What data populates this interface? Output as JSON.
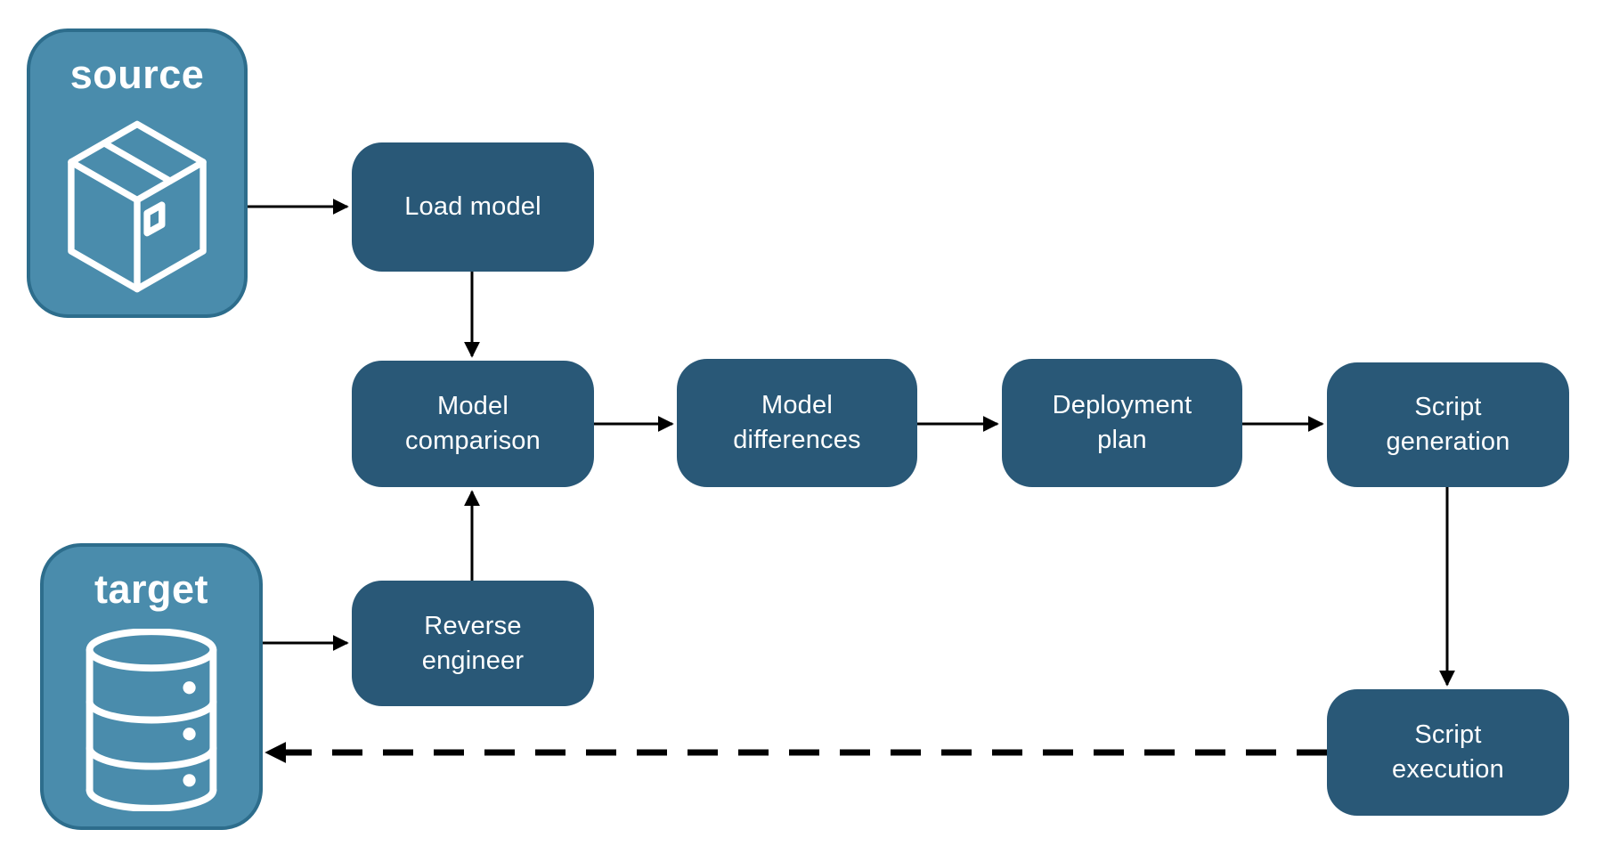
{
  "colors": {
    "node-fill": "#295877",
    "endpoint-fill": "#4A8CAC",
    "endpoint-border": "#2D6D8C",
    "arrow": "#000000",
    "label-text": "#FFFFFF",
    "background": "#FFFFFF"
  },
  "endpoints": {
    "source": {
      "label": "source",
      "icon": "package-icon"
    },
    "target": {
      "label": "target",
      "icon": "database-icon"
    }
  },
  "nodes": {
    "load_model": {
      "label": "Load model"
    },
    "model_comparison": {
      "label": "Model\ncomparison"
    },
    "model_differences": {
      "label": "Model\ndifferences"
    },
    "deployment_plan": {
      "label": "Deployment\nplan"
    },
    "script_generation": {
      "label": "Script\ngeneration"
    },
    "reverse_engineer": {
      "label": "Reverse\nengineer"
    },
    "script_execution": {
      "label": "Script\nexecution"
    }
  },
  "edges": [
    {
      "from": "source",
      "to": "load_model",
      "style": "solid"
    },
    {
      "from": "load_model",
      "to": "model_comparison",
      "style": "solid"
    },
    {
      "from": "model_comparison",
      "to": "model_differences",
      "style": "solid"
    },
    {
      "from": "model_differences",
      "to": "deployment_plan",
      "style": "solid"
    },
    {
      "from": "deployment_plan",
      "to": "script_generation",
      "style": "solid"
    },
    {
      "from": "script_generation",
      "to": "script_execution",
      "style": "solid"
    },
    {
      "from": "target",
      "to": "reverse_engineer",
      "style": "solid"
    },
    {
      "from": "reverse_engineer",
      "to": "model_comparison",
      "style": "solid"
    },
    {
      "from": "script_execution",
      "to": "target",
      "style": "dashed"
    }
  ]
}
